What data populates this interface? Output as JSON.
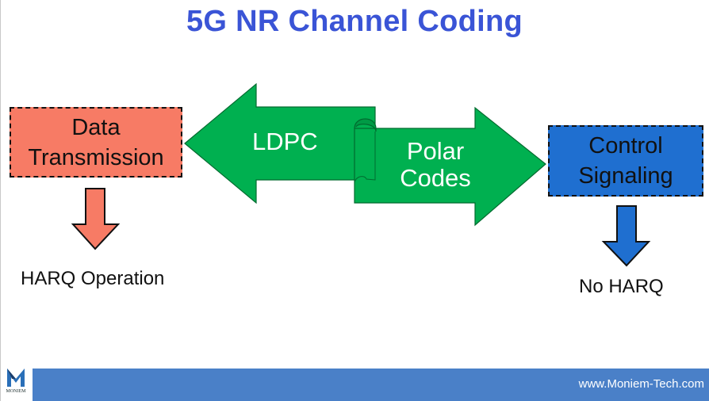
{
  "title": "5G NR Channel Coding",
  "boxes": {
    "data": {
      "line1": "Data",
      "line2": "Transmission",
      "color": "#f77b65"
    },
    "control": {
      "line1": "Control",
      "line2": "Signaling",
      "color": "#1f6fd0"
    }
  },
  "arrows": {
    "ldpc": "LDPC",
    "polar_line1": "Polar",
    "polar_line2": "Codes",
    "color": "#00b050"
  },
  "labels": {
    "harq": "HARQ Operation",
    "no_harq": "No HARQ"
  },
  "footer": {
    "url": "www.Moniem-Tech.com",
    "logo_text": "MONIEM",
    "color": "#4a80c8"
  },
  "colors": {
    "title": "#3a54d6",
    "down_arrow_left": "#f77b65",
    "down_arrow_right": "#1f6fd0"
  }
}
